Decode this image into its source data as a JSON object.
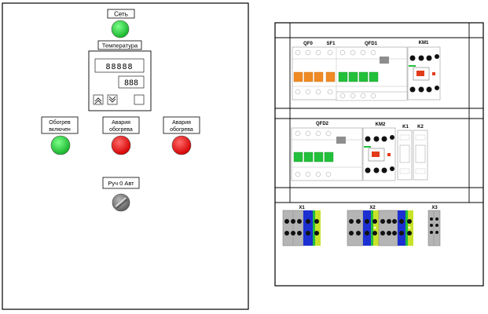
{
  "door_panel": {
    "power_label": "Сеть",
    "thermostat_label": "Температура",
    "heat_on_label_line1": "Обогрев",
    "heat_on_label_line2": "включен",
    "heat_fault1_label_line1": "Авария",
    "heat_fault1_label_line2": "обогрева",
    "heat_fault2_label_line1": "Авария",
    "heat_fault2_label_line2": "обогрева",
    "mode_switch_label": "Руч 0 Авт",
    "display_top": "88888",
    "display_bottom": "888"
  },
  "mounting_plate": {
    "row1_labels": [
      "QF0",
      "SF1",
      "QFD1",
      "KM1"
    ],
    "row2_labels": [
      "QFD2",
      "KM2",
      "K1",
      "K2"
    ],
    "terminal_labels": [
      "X1",
      "X2",
      "X3"
    ]
  },
  "colors": {
    "green_lamp": "#22cc33",
    "red_lamp": "#ee1111",
    "orange_breaker": "#f08a24",
    "green_breaker": "#22c03a",
    "terminal_blue": "#1c2fd1",
    "terminal_yellow_green": "#c8e22a"
  }
}
